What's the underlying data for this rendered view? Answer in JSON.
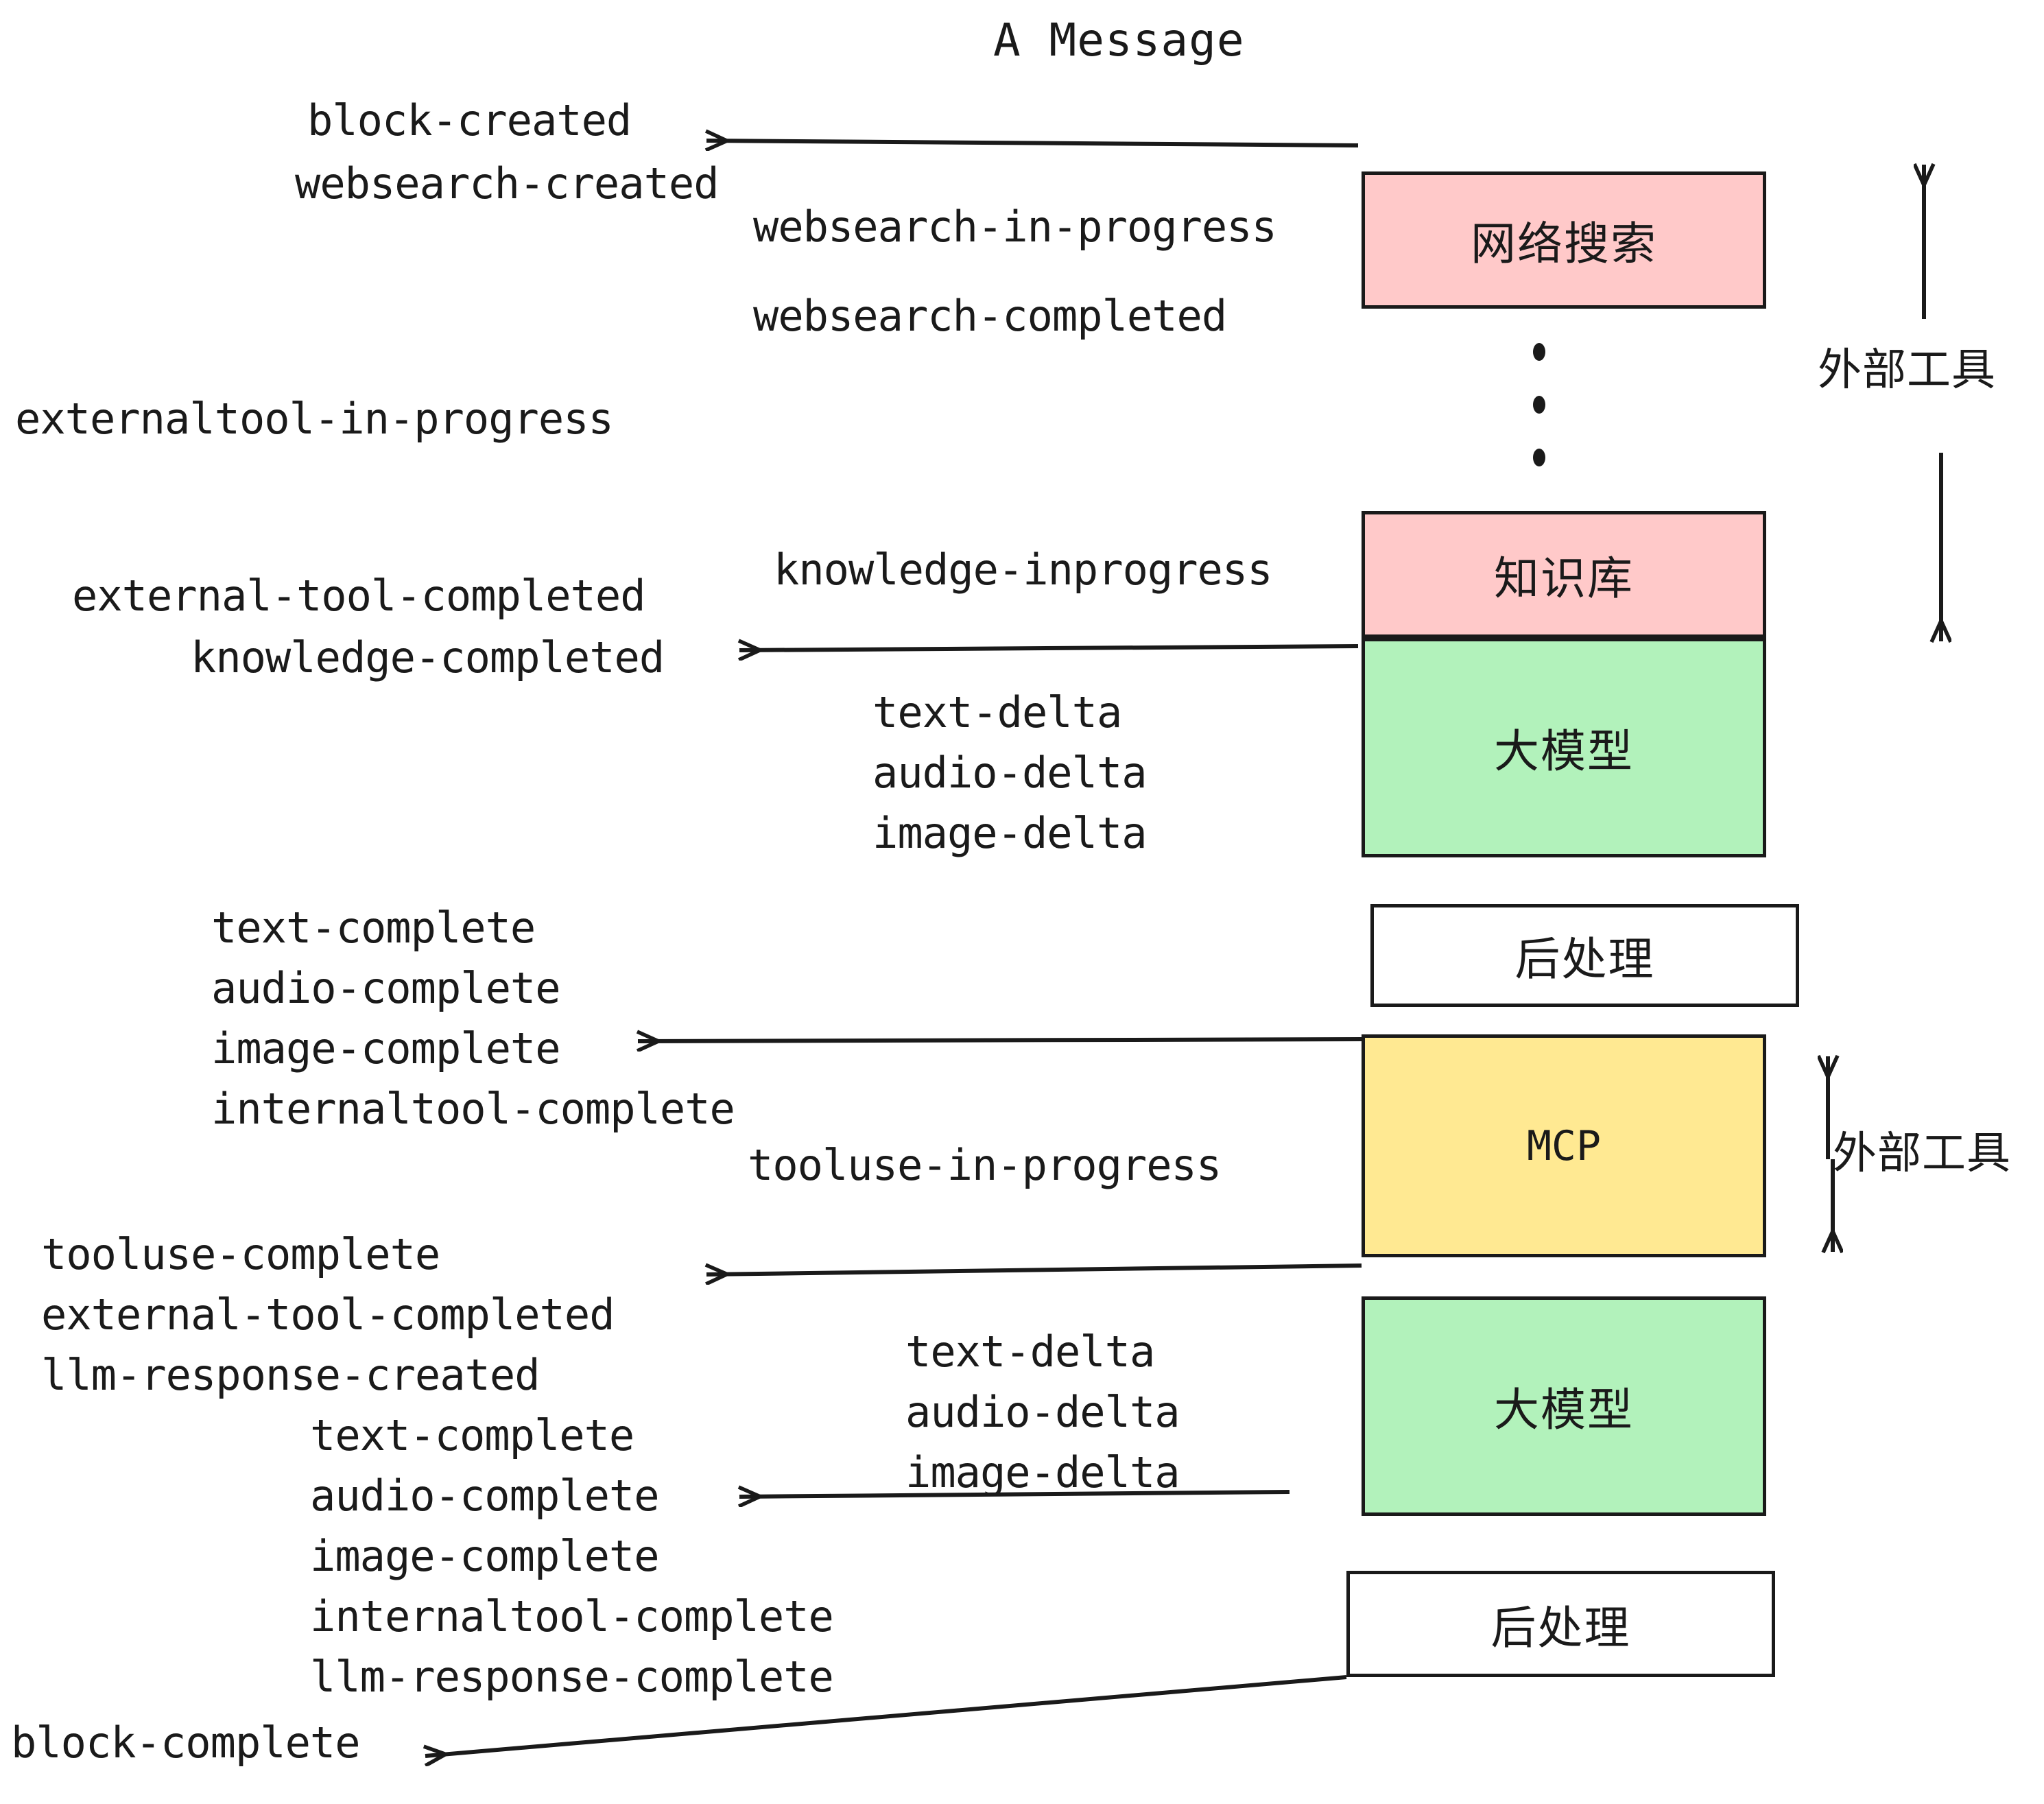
{
  "title": "A Message",
  "colors": {
    "websearch_fill": "#FFC9C9",
    "knowledge_fill": "#FFC9C9",
    "llm_fill": "#B2F2BB",
    "mcp_fill": "#FFE992",
    "postprocess_fill": "#FFFFFF",
    "stroke": "#1a1a1a",
    "background": "#FFFFFF"
  },
  "boxes": [
    {
      "id": "websearch",
      "label": "网络搜索",
      "fill": "#FFC9C9"
    },
    {
      "id": "knowledge",
      "label": "知识库",
      "fill": "#FFC9C9"
    },
    {
      "id": "llm_first",
      "label": "大模型",
      "fill": "#B2F2BB"
    },
    {
      "id": "postprocess_1",
      "label": "后处理",
      "fill": "#FFFFFF"
    },
    {
      "id": "mcp",
      "label": "MCP",
      "fill": "#FFE992"
    },
    {
      "id": "llm_second",
      "label": "大模型",
      "fill": "#B2F2BB"
    },
    {
      "id": "postprocess_2",
      "label": "后处理",
      "fill": "#FFFFFF"
    }
  ],
  "side_labels": [
    {
      "id": "external_tools_top",
      "text": "外部工具"
    },
    {
      "id": "external_tools_bottom",
      "text": "外部工具"
    }
  ],
  "events": [
    {
      "id": "e01",
      "text": "block-created"
    },
    {
      "id": "e02",
      "text": "websearch-created"
    },
    {
      "id": "e03",
      "text": "websearch-in-progress"
    },
    {
      "id": "e04",
      "text": "websearch-completed"
    },
    {
      "id": "e05",
      "text": "externaltool-in-progress"
    },
    {
      "id": "e06",
      "text": "knowledge-inprogress"
    },
    {
      "id": "e07",
      "text": "external-tool-completed"
    },
    {
      "id": "e08",
      "text": "knowledge-completed"
    },
    {
      "id": "e09",
      "text": "text-delta"
    },
    {
      "id": "e10",
      "text": "audio-delta"
    },
    {
      "id": "e11",
      "text": "image-delta"
    },
    {
      "id": "e12",
      "text": "text-complete"
    },
    {
      "id": "e13",
      "text": "audio-complete"
    },
    {
      "id": "e14",
      "text": "image-complete"
    },
    {
      "id": "e15",
      "text": "internaltool-complete"
    },
    {
      "id": "e16",
      "text": "tooluse-in-progress"
    },
    {
      "id": "e17",
      "text": "tooluse-complete"
    },
    {
      "id": "e18",
      "text": "external-tool-completed"
    },
    {
      "id": "e19",
      "text": "llm-response-created"
    },
    {
      "id": "e20",
      "text": "text-delta"
    },
    {
      "id": "e21",
      "text": "audio-delta"
    },
    {
      "id": "e22",
      "text": "image-delta"
    },
    {
      "id": "e23",
      "text": "text-complete"
    },
    {
      "id": "e24",
      "text": "audio-complete"
    },
    {
      "id": "e25",
      "text": "image-complete"
    },
    {
      "id": "e26",
      "text": "internaltool-complete"
    },
    {
      "id": "e27",
      "text": "llm-response-complete"
    },
    {
      "id": "e28",
      "text": "block-complete"
    }
  ]
}
